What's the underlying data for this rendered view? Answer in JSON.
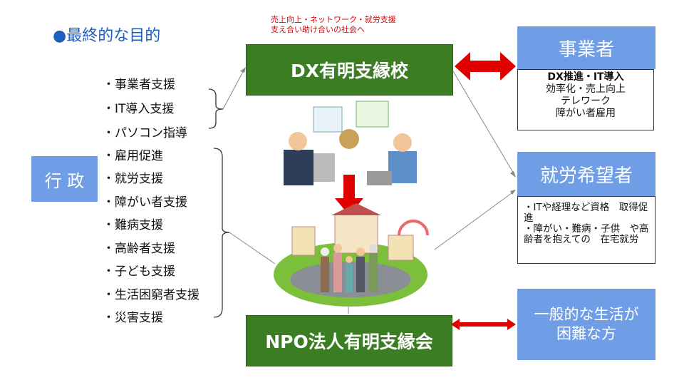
{
  "title": "●最終的な目的",
  "goal_note": [
    "売上向上・ネットワーク・就労支援",
    "支え合い助け合いの社会へ"
  ],
  "dx_school": "DX有明支縁校",
  "npo": "NPO法人有明支縁会",
  "government": "行 政",
  "left_list": [
    "・事業者支援",
    "・IT導入支援",
    "・パソコン指導",
    "・雇用促進",
    "・就労支援",
    "・障がい者支援",
    "・難病支援",
    "・高齢者支援",
    "・子ども支援",
    "・生活困窮者支援",
    "・災害支援"
  ],
  "business": {
    "title": "事業者",
    "lines": [
      "DX推進・IT導入",
      "効率化・売上向上",
      "テレワーク",
      "障がい者雇用"
    ]
  },
  "job_seekers": {
    "title": "就労希望者",
    "lines": [
      "・ITや経理など資格　取得促進",
      "・障がい・難病・子供　や高齢者を抱えての　在宅就労"
    ]
  },
  "hardship": {
    "title": "一般的な生活が困難な方"
  },
  "colors": {
    "green": "#3b7d23",
    "blue": "#6f9ee6",
    "red": "#e00000",
    "title": "#1f5fbf"
  }
}
